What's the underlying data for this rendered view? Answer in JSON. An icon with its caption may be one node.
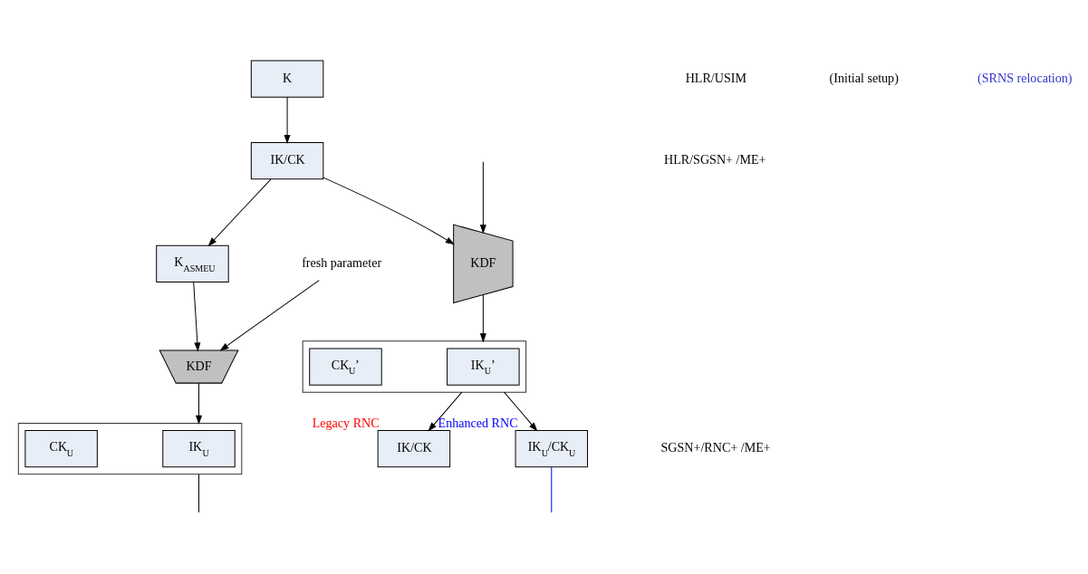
{
  "diagram": {
    "nodes": [
      {
        "text": [
          "K"
        ]
      },
      {
        "text": [
          "IK/CK"
        ]
      },
      {
        "text": [
          "K$_{ASMEU}$"
        ]
      },
      {
        "text": [
          "fresh parameter"
        ]
      },
      {
        "text": [
          "KDF"
        ]
      },
      {
        "text": [],
        "shape": "bracket"
      },
      {
        "text": [
          "IK$_{U}$"
        ],
        "in": 5
      },
      {
        "text": [
          "CK$_{U}$"
        ],
        "in": 5
      },
      {
        "text": [
          "KDF"
        ]
      },
      {
        "text": [],
        "shape": "bracket"
      },
      {
        "text": [
          "IK$_{U}$’"
        ],
        "in": 9
      },
      {
        "text": [
          "CK$_{U}$’"
        ],
        "in": 9
      },
      {
        "text": [
          "IK/CK"
        ],
        "beside": [
          "Legacy RNC"
        ]
      },
      {
        "text": [
          "IK$_{U}$/CK$_{U}$"
        ],
        "beside": [
          "Enhanced RNC"
        ]
      }
    ],
    "edges": [
      {
        "from": 0,
        "to": 1,
        "arrow": "to"
      },
      {
        "from": 1,
        "to": 2,
        "arrow": "to"
      },
      {
        "from": 2,
        "to": 4,
        "arrow": "to"
      },
      {
        "from": 3,
        "to": 4,
        "arrow": "to"
      },
      {
        "from": 4,
        "to": 5,
        "arrow": "to"
      },
      {
        "from": 1,
        "to": 8,
        "arrow": "to"
      },
      {
        "from": null,
        "to": 8,
        "arrow": "to"
      },
      {
        "from": 8,
        "to": 9,
        "arrow": "to"
      },
      {
        "from": 9,
        "to": 12,
        "arrow": "to"
      },
      {
        "from": 9,
        "to": 13,
        "arrow": "to"
      },
      {
        "from": 5,
        "to": null,
        "arrow": "none"
      },
      {
        "from": 13,
        "to": null,
        "arrow": "none",
        "color": "#0000ff"
      }
    ],
    "labels": [
      "HLR/USIM",
      "HLR/SGSN+ /ME+",
      "SGSN+/RNC+ /ME+",
      "(Initial setup)",
      "(SRNS relocation)"
    ]
  }
}
